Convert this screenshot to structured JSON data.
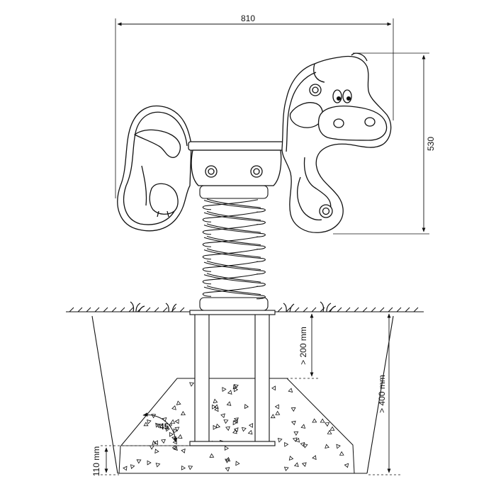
{
  "dimensions": {
    "width": "810",
    "height": "530",
    "spring_clearance": "> 200 mm",
    "foundation_depth": "> 400 mm",
    "base_layer": "110 mm",
    "slope_angle": "45°"
  },
  "colors": {
    "line": "#111111",
    "background": "#ffffff"
  }
}
